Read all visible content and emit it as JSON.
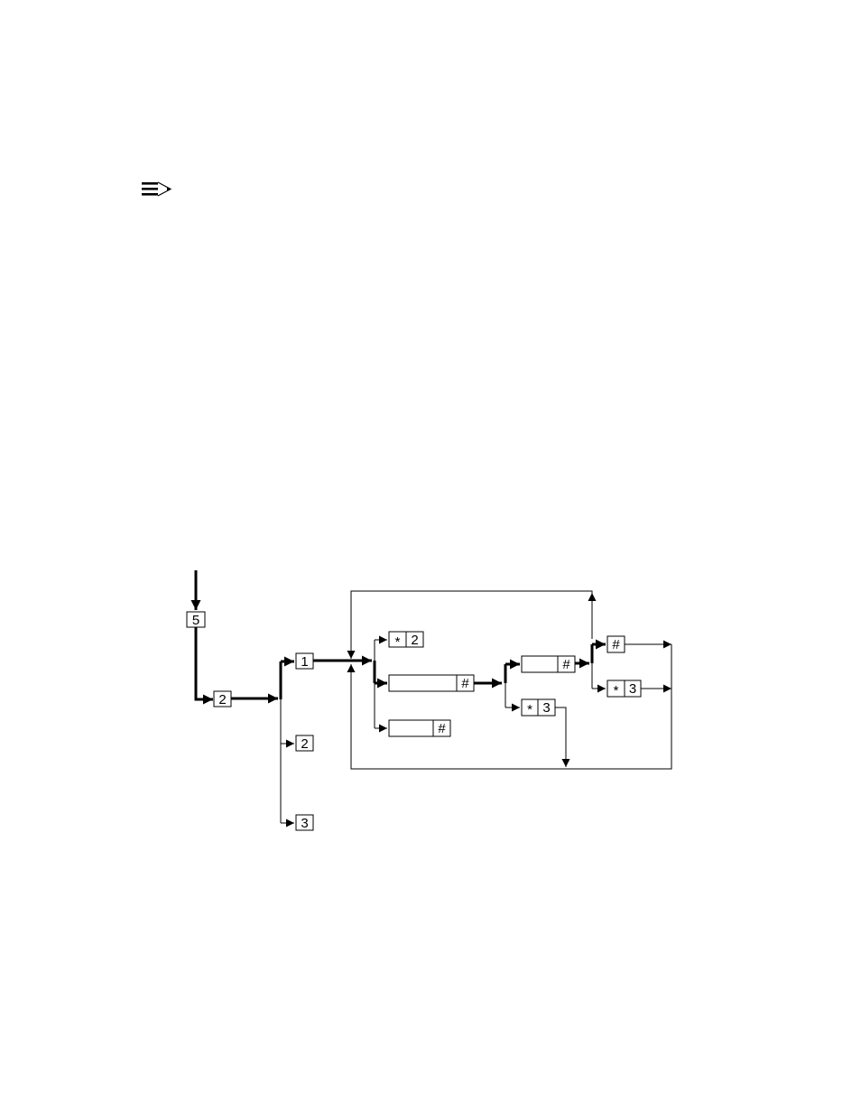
{
  "icons": {
    "note": "note-pencil-icon"
  },
  "keys": {
    "k5": "5",
    "k2_first": "2",
    "k1": "1",
    "k2_option": "2",
    "k3_option": "3",
    "star2_star": "*",
    "star2_num": "2",
    "hash_a": "#",
    "hash_b": "#",
    "hash_c": "#",
    "star3_lower_star": "*",
    "star3_lower_num": "3",
    "hash_top": "#",
    "star3_right_star": "*",
    "star3_right_num": "3"
  }
}
